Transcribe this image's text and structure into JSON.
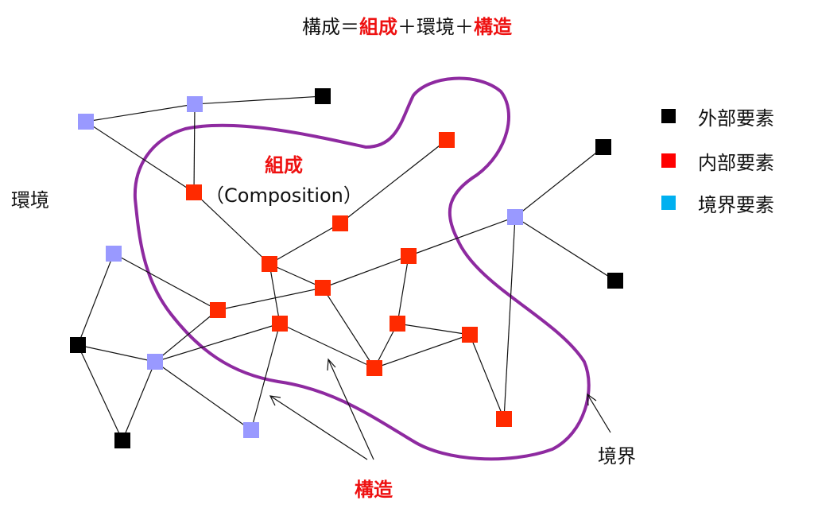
{
  "title": {
    "prefix": "構成＝",
    "composition": "組成",
    "plus1": "＋",
    "environment": "環境",
    "plus2": "＋",
    "structure": "構造"
  },
  "labels": {
    "environment": "環境",
    "boundary": "境界",
    "composition": "組成",
    "composition_en": "（Composition）",
    "structure": "構造"
  },
  "legend": [
    {
      "label": "外部要素",
      "color": "#000000"
    },
    {
      "label": "内部要素",
      "color": "#ff0000"
    },
    {
      "label": "境界要素",
      "color": "#00b0f0"
    }
  ],
  "colors": {
    "external": "#000000",
    "internal": "#ff2a00",
    "boundary_node": "#9999ff",
    "boundary_line": "#8e2aa0",
    "accent_text": "#ee1111"
  }
}
